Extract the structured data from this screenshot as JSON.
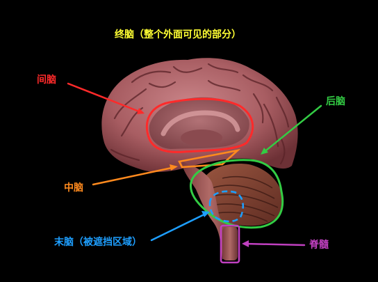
{
  "title": "终脑（整个外面可见的部分）",
  "labels": {
    "diencephalon": "间脑",
    "midbrain": "中脑",
    "hindbrain": "后脑",
    "endbrain": "末脑（被遮挡区域）",
    "spinal_cord": "脊髓"
  },
  "colors": {
    "title": "#ffff33",
    "diencephalon": "#ff2a2a",
    "midbrain": "#ff8a1e",
    "hindbrain": "#33cc44",
    "endbrain": "#1e9fff",
    "spinal_cord": "#c040c0",
    "brain_tissue": "#b86a6e"
  }
}
